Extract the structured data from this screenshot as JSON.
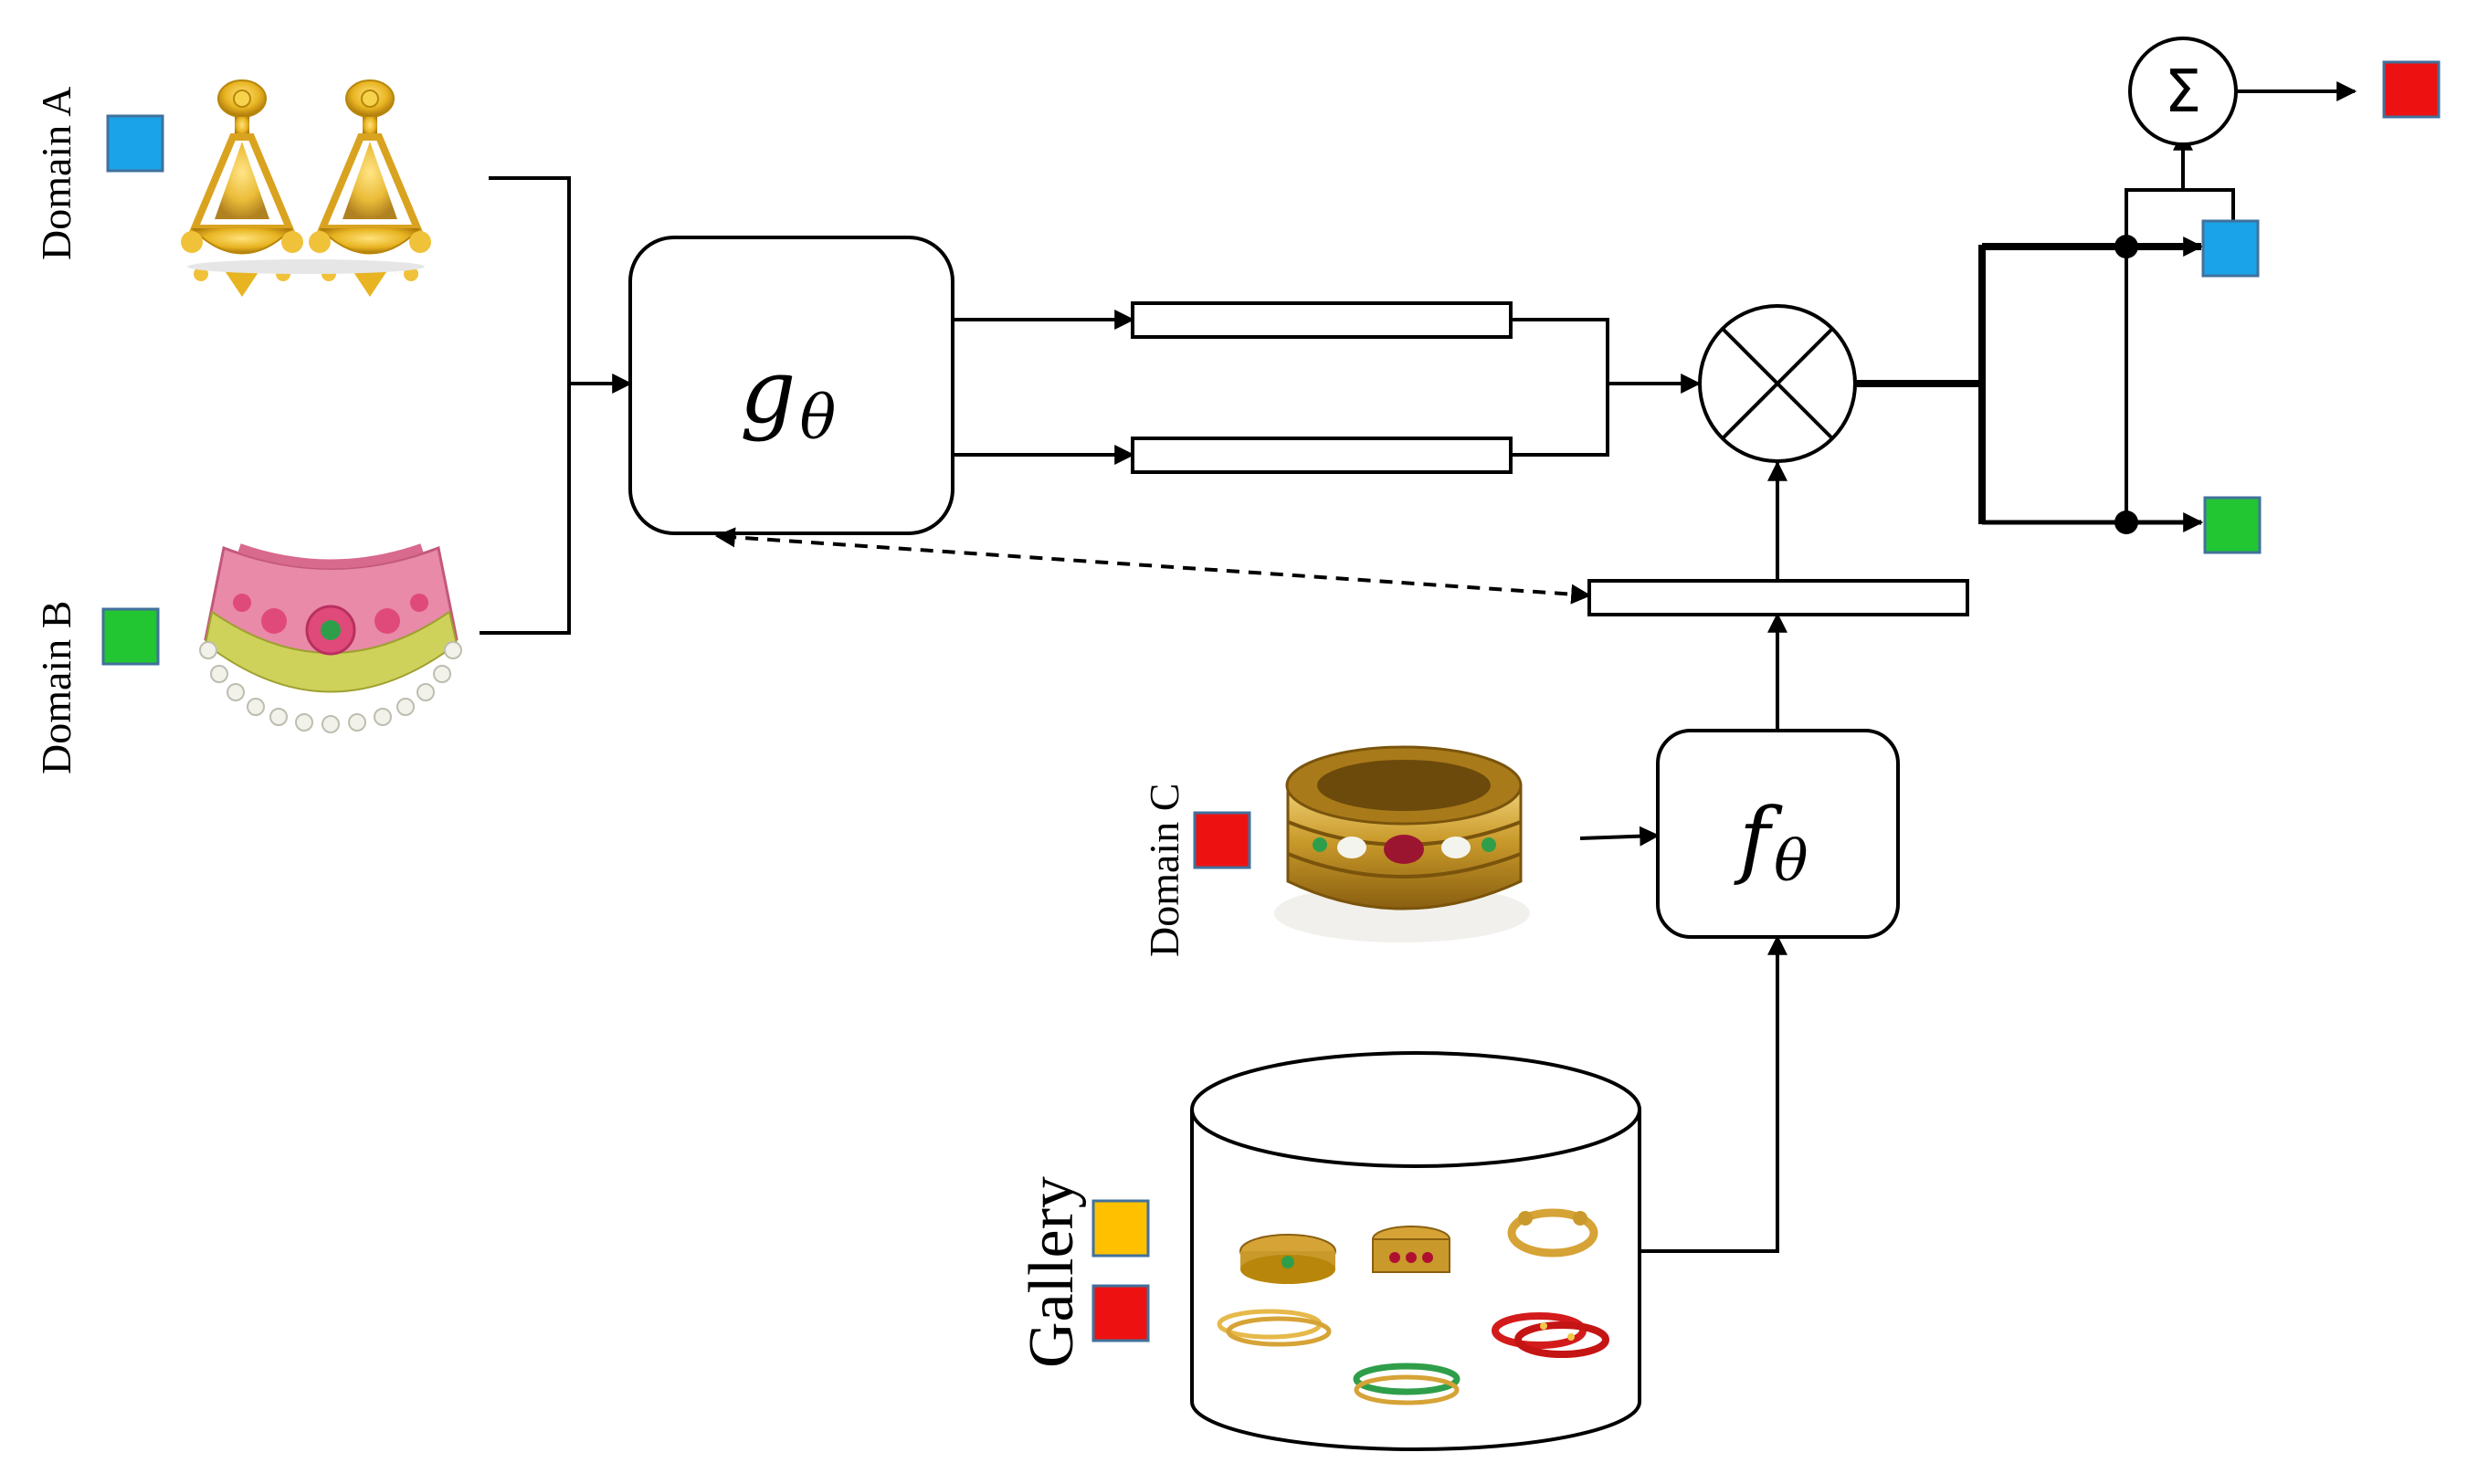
{
  "labels": {
    "domain_a": "Domain A",
    "domain_b": "Domain B",
    "domain_c": "Domain C",
    "gallery": "Gallery",
    "g_main": "g",
    "g_sub": "θ",
    "f_main": "f",
    "f_sub": "θ",
    "sum_symbol": "Σ"
  },
  "colors": {
    "domain_a": "#1aa3e8",
    "domain_b": "#22c532",
    "domain_c": "#ee1111",
    "gallery_yellow": "#ffc000",
    "gallery_red": "#ee1111",
    "marker_border": "#41719c",
    "stroke": "#000000",
    "gold": "#e8b422",
    "gold_dark": "#b8860b",
    "ruby": "#e0447a",
    "emerald": "#2f9e4a",
    "pearl": "#f4f4ee"
  },
  "icons": {
    "domain_a_image": "earrings-image",
    "domain_b_image": "necklace-image",
    "domain_c_image": "bangle-image",
    "gallery_images": "bangles-gallery-images",
    "multiply": "multiply-circle-icon",
    "sum": "sum-circle-icon"
  }
}
